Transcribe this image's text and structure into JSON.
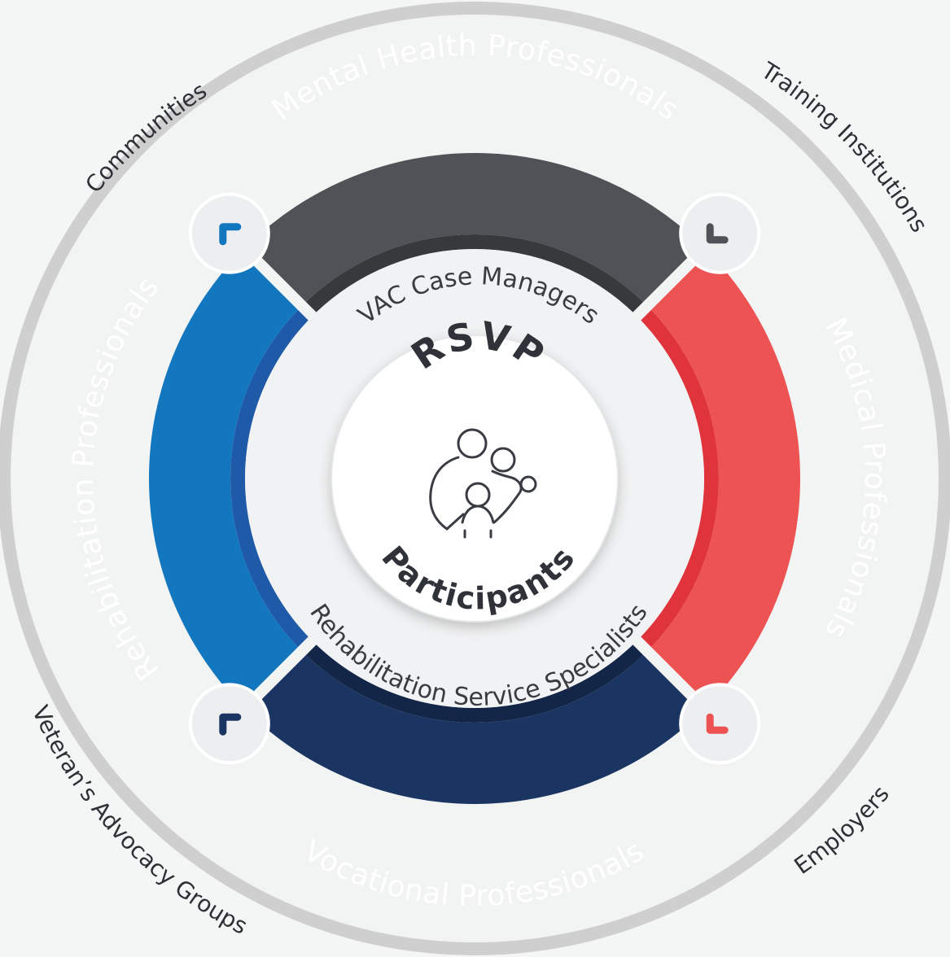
{
  "center": {
    "title": "RSVP",
    "subtitle": "Participants",
    "icon": "family-icon"
  },
  "inner_ring": {
    "top_label": "VAC Case Managers",
    "bottom_label": "Rehabilitation Service Specialists"
  },
  "segments": [
    {
      "id": "top",
      "label": "Mental Health Professionals",
      "color": "#505257",
      "shade": "#38393d"
    },
    {
      "id": "right",
      "label": "Medical Professionals",
      "color": "#ee5353",
      "shade": "#e0343c"
    },
    {
      "id": "bottom",
      "label": "Vocational Professionals",
      "color": "#1b3562",
      "shade": "#142648"
    },
    {
      "id": "left",
      "label": "Rehabilitation Professionals",
      "color": "#1277bf",
      "shade": "#1f5aa8"
    }
  ],
  "outer_labels": {
    "top_left": "Communities",
    "top_right": "Training Institutions",
    "bottom_left": "Veteran’s Advocacy Groups",
    "bottom_right": "Employers"
  },
  "colors": {
    "background": "#f4f5f5",
    "outer_ring": "#cfcfcf",
    "separator": "#ebedee",
    "inner_disc": "#f1f2f3",
    "center_disc": "#ffffff"
  },
  "corner_icons": [
    "chevron-corner-icon",
    "chevron-corner-icon",
    "chevron-corner-icon",
    "chevron-corner-icon"
  ]
}
